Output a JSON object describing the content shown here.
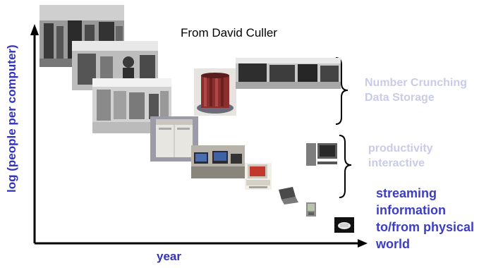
{
  "credit": "From David Culler",
  "axes": {
    "y_label": "log (people per computer)",
    "x_label": "year"
  },
  "groups": [
    {
      "lines": [
        "Number Crunching",
        "Data Storage"
      ],
      "color": "#c9cbe8"
    },
    {
      "lines": [
        "productivity",
        "interactive"
      ],
      "color": "#c9cbe8"
    },
    {
      "lines": [
        "streaming",
        "information",
        "to/from physical",
        "world"
      ],
      "color": "#3d3dc4"
    }
  ],
  "colors": {
    "axis": "#000000",
    "label_blue": "#3333bb",
    "stream_blue": "#3d3dc4",
    "pale_blue": "#c9cbe8"
  },
  "images": [
    "mainframe-room-photo",
    "mainframe-operator-photo",
    "minicomputer-lab-photo",
    "cray-supercomputer-photo",
    "supercomputer-rows-photo",
    "minicomputer-cabinet-photo",
    "workstation-lab-photo",
    "desktop-pc-photo",
    "tower-pc-photo",
    "laptop-photo",
    "pda-photo",
    "sensor-mote-photo"
  ]
}
